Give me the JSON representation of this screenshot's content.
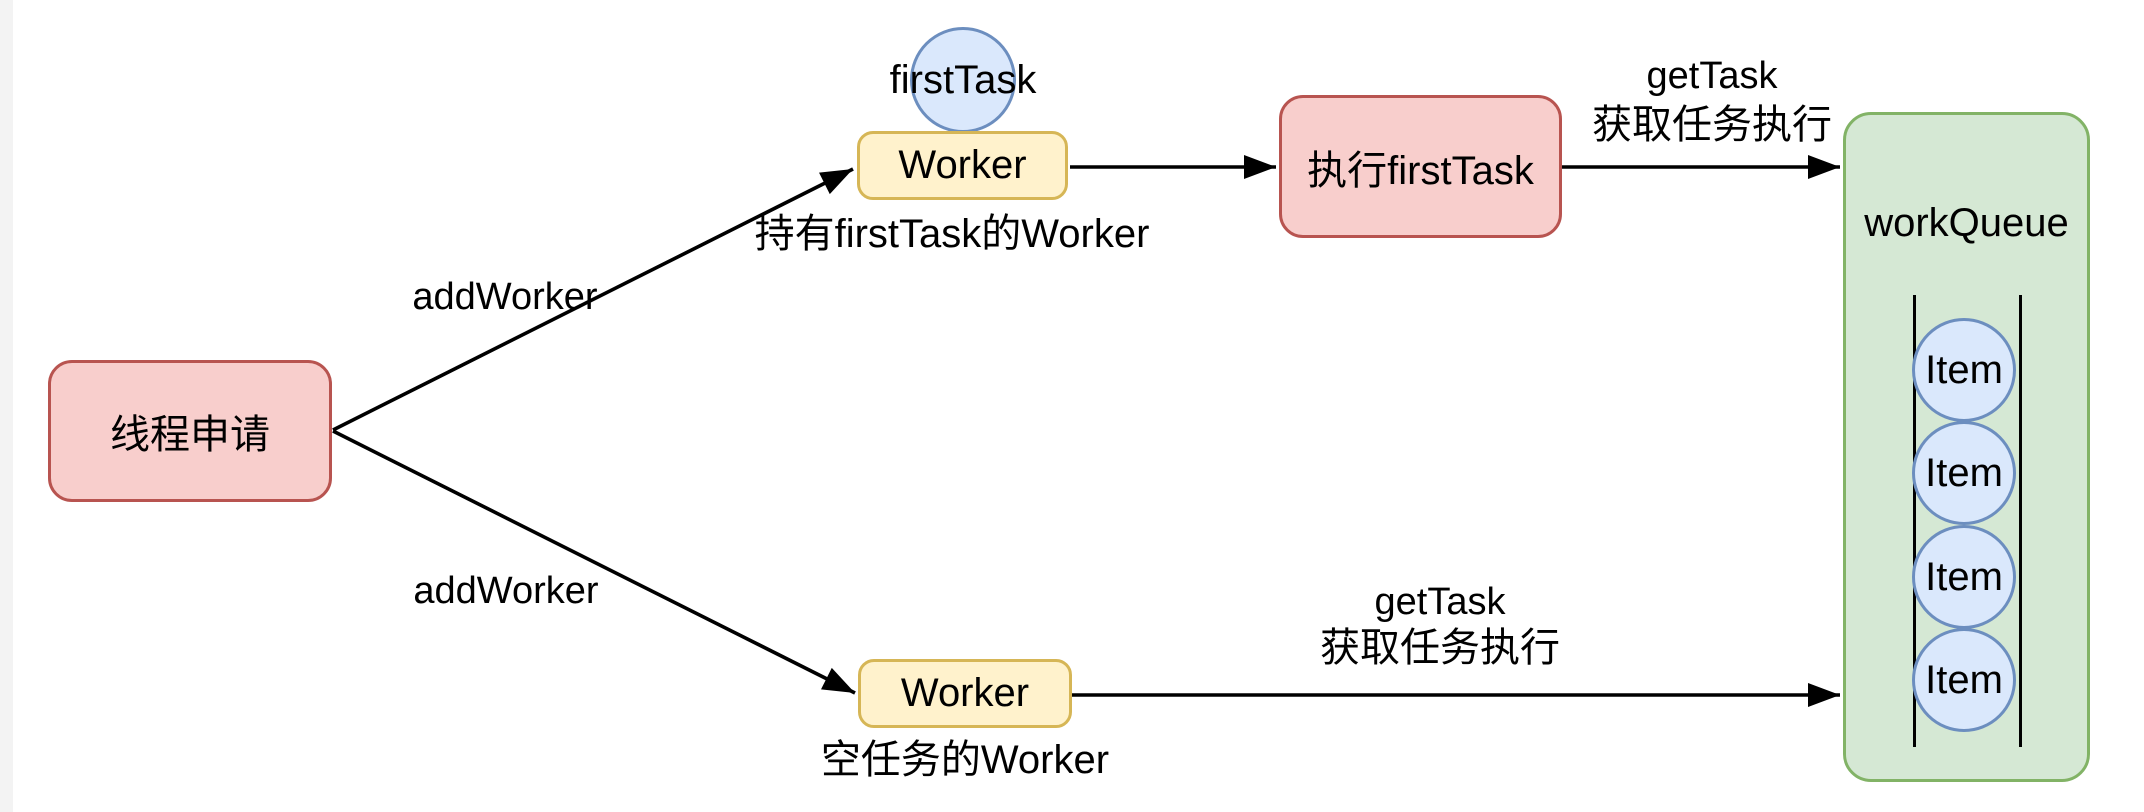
{
  "diagram": {
    "nodes": {
      "request": {
        "label": "线程申请"
      },
      "first_task": {
        "label": "firstTask"
      },
      "worker_top": {
        "label": "Worker"
      },
      "worker_bottom": {
        "label": "Worker"
      },
      "exec": {
        "label": "执行firstTask"
      },
      "work_queue": {
        "label": "workQueue",
        "items": [
          "Item",
          "Item",
          "Item",
          "Item"
        ]
      }
    },
    "edge_labels": {
      "add_worker_top": "addWorker",
      "add_worker_bottom": "addWorker",
      "get_task_top": {
        "line1": "getTask",
        "line2": "获取任务执行"
      },
      "get_task_bottom": {
        "line1": "getTask",
        "line2": "获取任务执行"
      }
    },
    "captions": {
      "worker_top": "持有firstTask的Worker",
      "worker_bottom": "空任务的Worker"
    },
    "colors": {
      "red_fill": "#F8CECC",
      "red_stroke": "#B85450",
      "yellow_fill": "#FFF2CC",
      "yellow_stroke": "#D6B656",
      "blue_fill": "#DAE8FC",
      "blue_stroke": "#6C8EBF",
      "green_fill": "#D5E8D4",
      "green_stroke": "#82B366",
      "line": "#000000"
    }
  }
}
